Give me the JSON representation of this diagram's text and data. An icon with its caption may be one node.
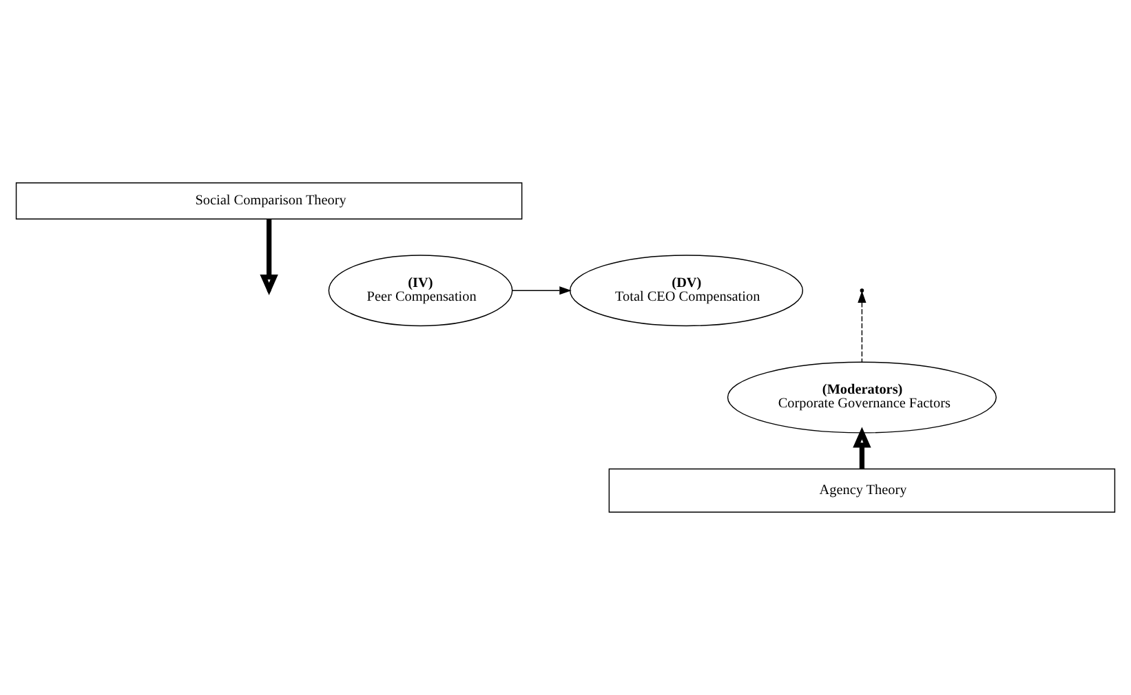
{
  "diagram": {
    "nodes": [
      {
        "text": [
          "Social Comparison Theory"
        ]
      },
      {
        "text": [
          "(DV)",
          "Total CEO Compensation"
        ]
      },
      {
        "text": [
          "(IV)",
          "Peer Compensation"
        ]
      },
      {
        "text": [
          "(Moderators)",
          "Corporate Governance Factors"
        ]
      },
      {
        "text": [
          "Agency Theory"
        ]
      }
    ],
    "edges": [
      {
        "from": 0,
        "to": null,
        "arrow": "to",
        "style": "thick"
      },
      {
        "from": 2,
        "to": 1,
        "arrow": "to"
      },
      {
        "from": 3,
        "to": null,
        "arrow": "to",
        "style": "dashed"
      },
      {
        "from": 4,
        "to": 3,
        "arrow": "to",
        "style": "thick"
      }
    ]
  }
}
